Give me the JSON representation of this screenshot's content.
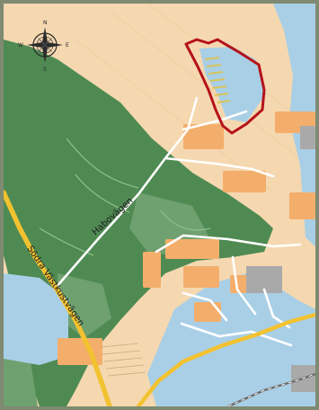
{
  "map": {
    "colors": {
      "land": "#f5d8b0",
      "forest": "#4f8a53",
      "forest_light": "#6fa06f",
      "water": "#a9cfe6",
      "road_major": "#f2c230",
      "road_minor": "#ffffff",
      "development": "#f3ae6b",
      "industrial": "#a9a9a9",
      "boundary": "#b5121b",
      "border": "#7e8a72"
    },
    "roads": [
      {
        "name": "Södra Västkustvägen"
      },
      {
        "name": "Habovägen"
      }
    ],
    "compass": {
      "icon": "compass-rose-icon",
      "north": "N",
      "south": "S",
      "east": "E",
      "west": "W"
    },
    "boundary_icon": "area-boundary-outline"
  }
}
